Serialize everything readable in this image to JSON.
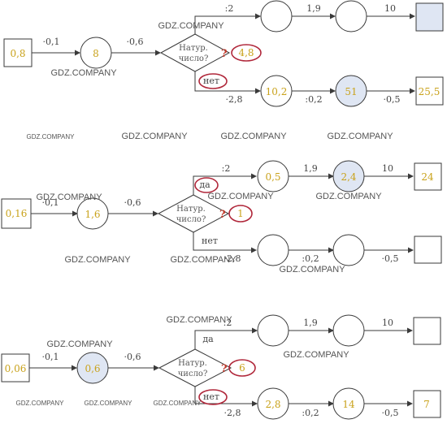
{
  "watermark": "GDZ.COMPANY",
  "diamond": {
    "line1": "Натур.",
    "line2": "число?"
  },
  "yes_label": "да",
  "no_label": "нет",
  "question_mark": "?",
  "colors": {
    "value": "#c9a21b",
    "ring": "#b0273a",
    "shade": "#dfe6f3"
  },
  "schemes": [
    {
      "input": "0,8",
      "op1": "·0,1",
      "c1": "8",
      "op2": "·0,6",
      "branch_value": "4,8",
      "top_op1": ":2",
      "top_c1": "",
      "top_op2": "1,9",
      "top_c2": "",
      "top_op3": "10",
      "top_out": "",
      "bot_op1": "·2,8",
      "bot_c1": "10,2",
      "bot_op2": ":0,2",
      "bot_c2": "51",
      "bot_op3": "·0,5",
      "bot_out": "25,5"
    },
    {
      "input": "0,16",
      "op1": "·0,1",
      "c1": "1,6",
      "op2": "·0,6",
      "branch_value": "1",
      "top_op1": ":2",
      "top_c1": "0,5",
      "top_op2": "1,9",
      "top_c2": "2,4",
      "top_op3": "10",
      "top_out": "24",
      "bot_op1": "·2,8",
      "bot_c1": "",
      "bot_op2": ":0,2",
      "bot_c2": "",
      "bot_op3": "·0,5",
      "bot_out": ""
    },
    {
      "input": "0,06",
      "op1": "·0,1",
      "c1": "0,6",
      "op2": "·0,6",
      "branch_value": "6",
      "top_op1": ":2",
      "top_c1": "",
      "top_op2": "1,9",
      "top_c2": "",
      "top_op3": "10",
      "top_out": "",
      "bot_op1": "·2,8",
      "bot_c1": "2,8",
      "bot_op2": ":0,2",
      "bot_c2": "14",
      "bot_op3": "·0,5",
      "bot_out": "7"
    }
  ]
}
